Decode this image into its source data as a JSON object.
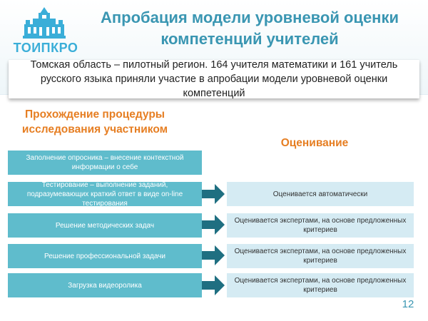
{
  "logo": {
    "text": "ТОИПКРО"
  },
  "title": "Апробация модели уровневой оценки компетенций учителей",
  "intro": "Томская область – пилотный регион. 164 учителя математики и 161 учитель русского языка приняли участие в апробации модели уровневой оценки компетенций",
  "left_heading": "Прохождение процедуры исследования участником",
  "right_heading": "Оценивание",
  "steps": [
    "Заполнение опросника – внесение контекстной информации о себе",
    "Тестирование – выполнение заданий, подразумевающих краткий ответ в виде on-line тестирования",
    "Решение методических задач",
    "Решение профессиональной задачи",
    "Загрузка видеоролика"
  ],
  "evaluations": [
    "Оценивается автоматически",
    "Оценивается экспертами, на основе предложенных критериев",
    "Оценивается экспертами, на основе предложенных критериев",
    "Оценивается экспертами, на основе предложенных критериев"
  ],
  "page_number": "12",
  "colors": {
    "title": "#3a96b2",
    "accent_orange": "#e67e22",
    "step_fill": "#5fbccc",
    "eval_fill": "#d5ebf3",
    "arrow": "#1f6f81",
    "logo": "#3aaed8"
  }
}
